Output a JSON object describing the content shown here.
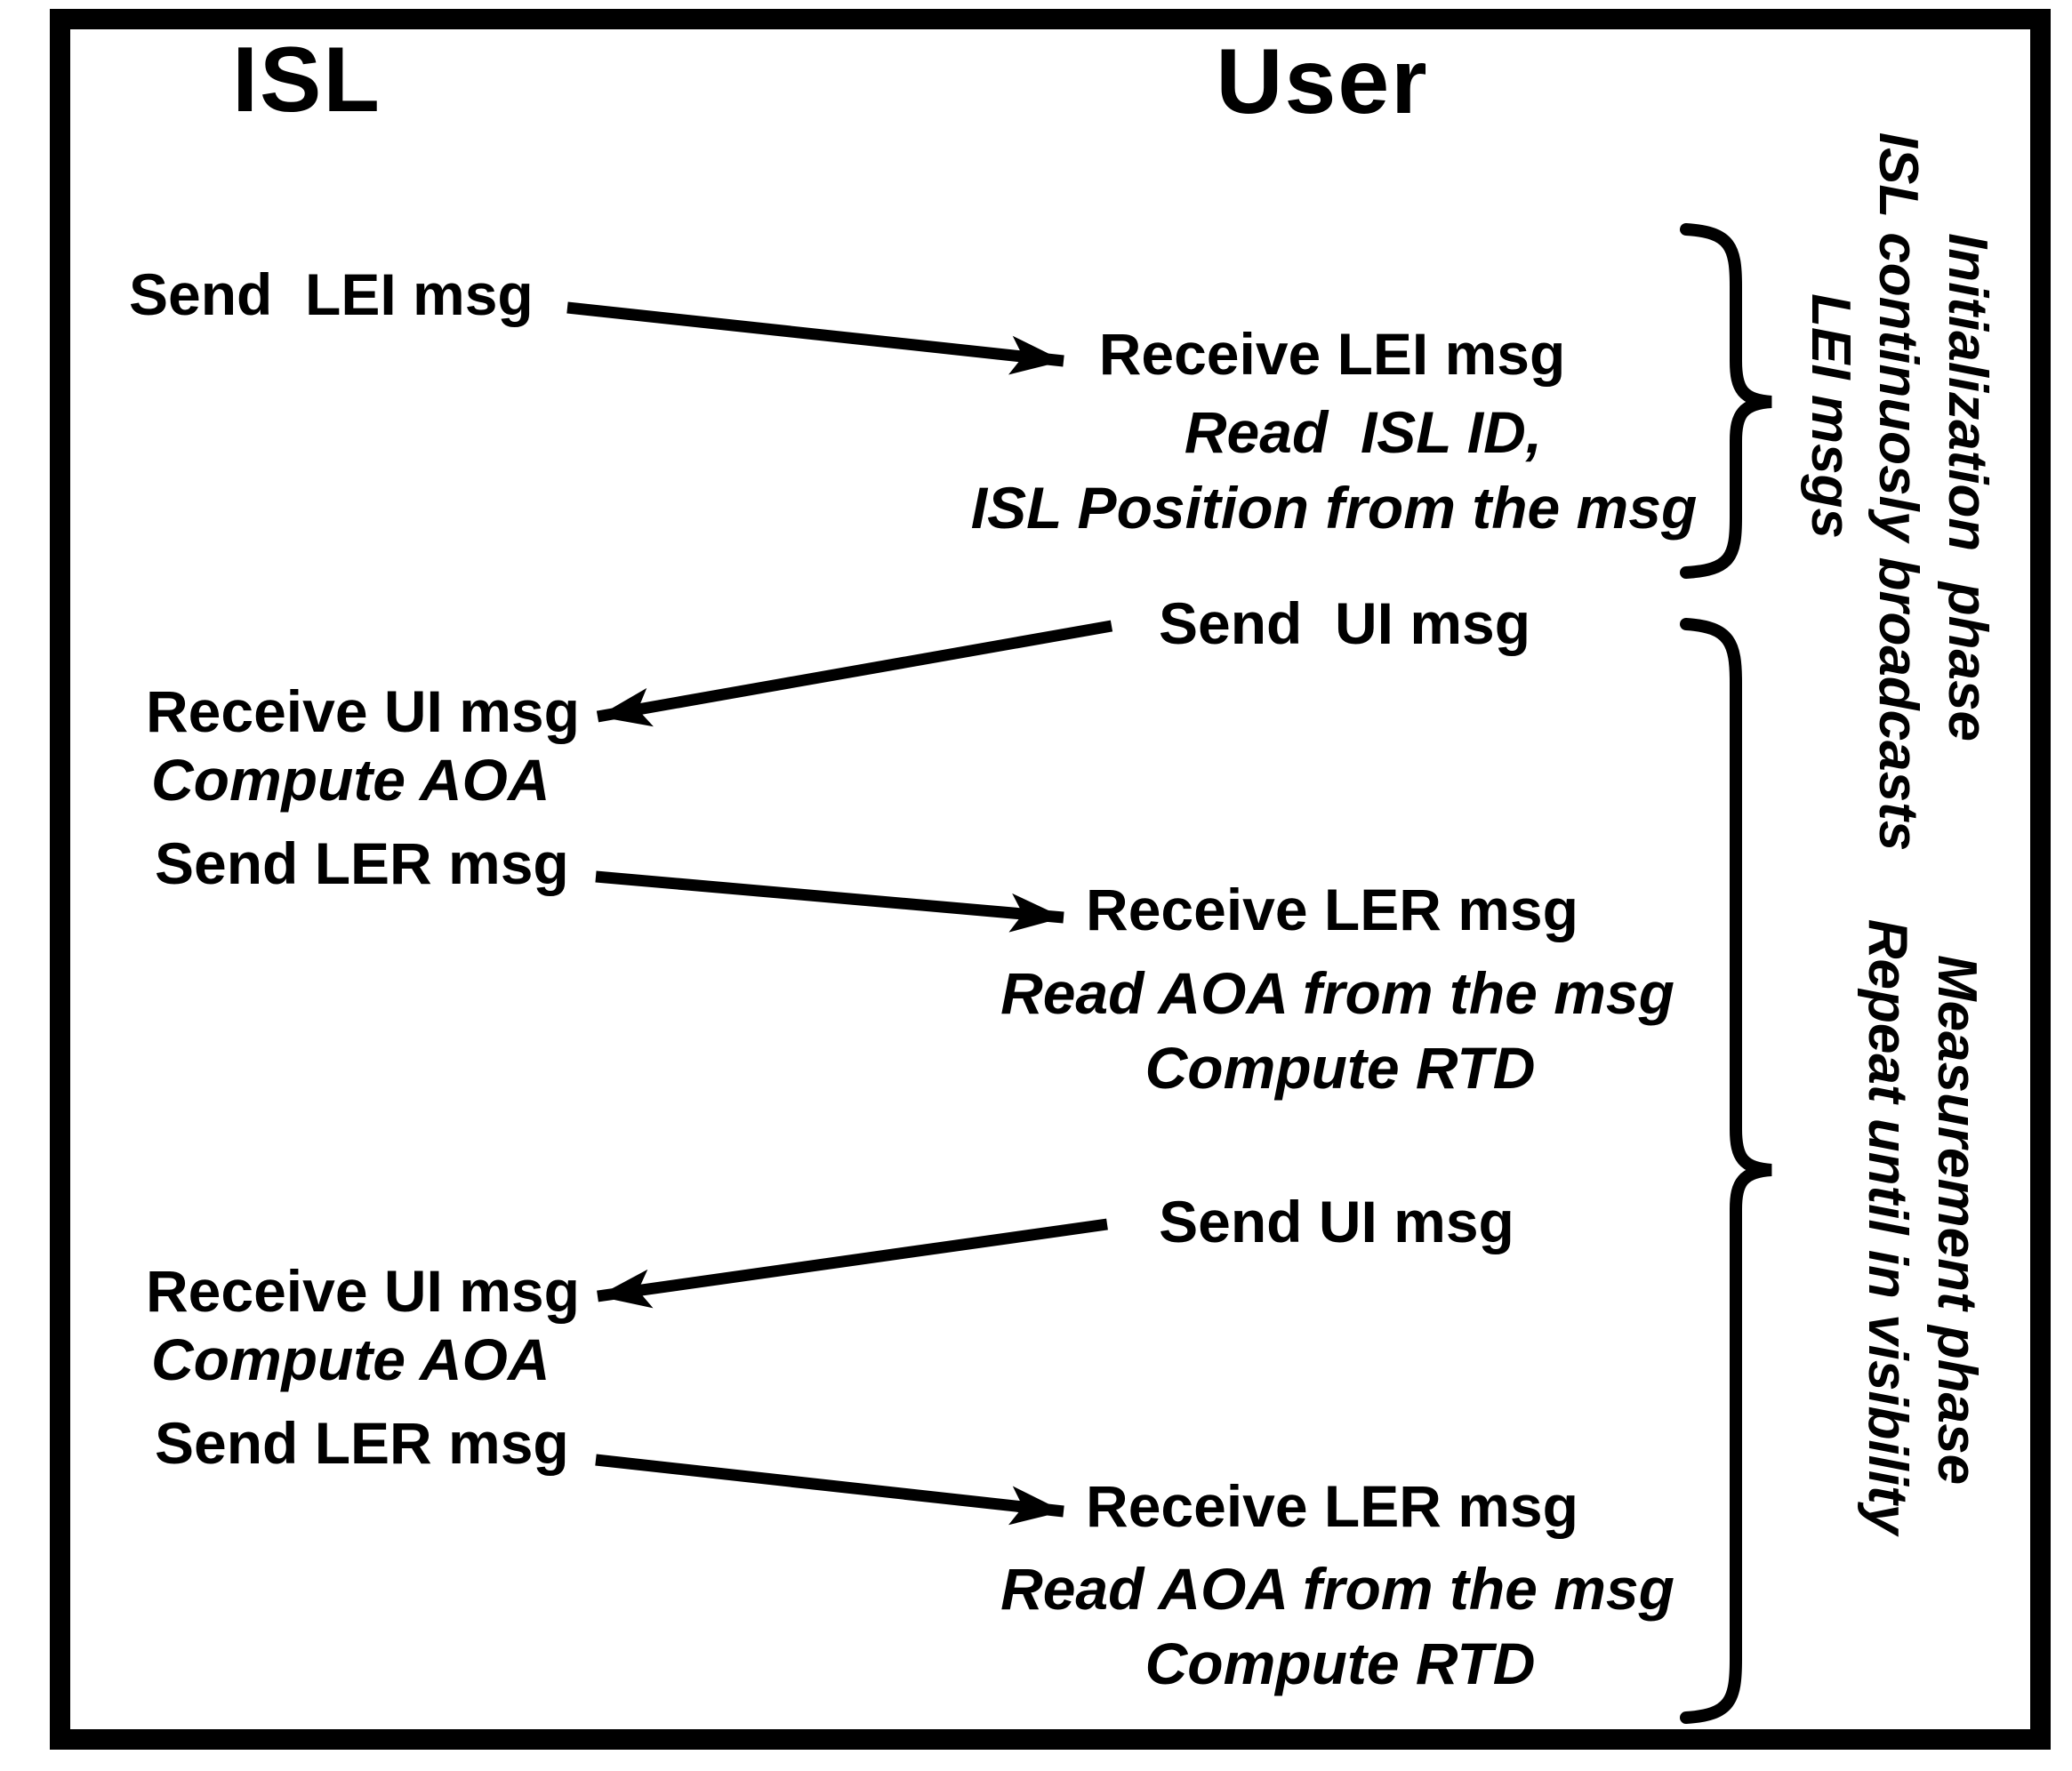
{
  "columns": {
    "isl": "ISL",
    "user": "User"
  },
  "isl_lane": {
    "send_lei": "Send  LEI msg",
    "receive_ui_1": "Receive UI msg",
    "compute_aoa_1": "Compute AOA",
    "send_ler_1": "Send LER msg",
    "receive_ui_2": "Receive UI msg",
    "compute_aoa_2": "Compute AOA",
    "send_ler_2": "Send LER msg"
  },
  "user_lane": {
    "receive_lei": "Receive LEI msg",
    "read_isl_id": "Read  ISL ID,",
    "isl_position": "ISL Position from the msg",
    "send_ui_1": "Send  UI msg",
    "receive_ler_1": "Receive LER msg",
    "read_aoa_1": "Read AOA from the msg",
    "compute_rtd_1": "Compute RTD",
    "send_ui_2": "Send UI msg",
    "receive_ler_2": "Receive LER msg",
    "read_aoa_2": "Read AOA from the msg",
    "compute_rtd_2": "Compute RTD"
  },
  "phases": {
    "initialization": {
      "name": "Initialization  phase",
      "note_line1": "ISL continuosly broadcasts",
      "note_line2": "LEI msgs"
    },
    "measurement": {
      "name": "Measurement phase",
      "note_line1": "Repeat until in visibility"
    }
  },
  "arrows": [
    {
      "from": "send_lei",
      "to": "receive_lei",
      "direction": "right"
    },
    {
      "from": "send_ui_1",
      "to": "receive_ui_1",
      "direction": "left"
    },
    {
      "from": "send_ler_1",
      "to": "receive_ler_1",
      "direction": "right"
    },
    {
      "from": "send_ui_2",
      "to": "receive_ui_2",
      "direction": "left"
    },
    {
      "from": "send_ler_2",
      "to": "receive_ler_2",
      "direction": "right"
    }
  ],
  "colors": {
    "ink": "#000000",
    "background": "#ffffff"
  }
}
